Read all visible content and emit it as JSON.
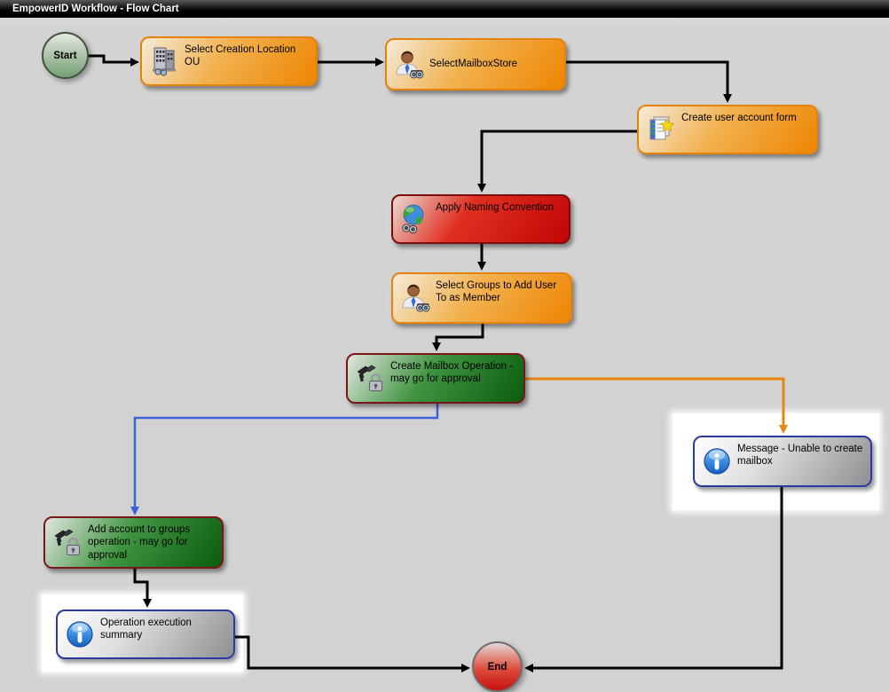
{
  "window": {
    "title": "EmpowerID Workflow - Flow Chart"
  },
  "diagram": {
    "start_label": "Start",
    "end_label": "End",
    "nodes": [
      {
        "label": "Select Creation Location OU",
        "icon": "building-search-icon",
        "style": "orange"
      },
      {
        "label": "SelectMailboxStore",
        "icon": "person-search-icon",
        "style": "orange"
      },
      {
        "label": "Create user account form",
        "icon": "form-star-icon",
        "style": "orange"
      },
      {
        "label": "Apply Naming Convention",
        "icon": "globe-search-icon",
        "style": "red"
      },
      {
        "label": "Select Groups to Add User To as Member",
        "icon": "person-search-icon",
        "style": "orange"
      },
      {
        "label": "Create Mailbox Operation - may go for approval",
        "icon": "keys-lock-icon",
        "style": "green"
      },
      {
        "label": "Message  - Unable to create mailbox",
        "icon": "info-icon",
        "style": "gray"
      },
      {
        "label": "Add account to groups operation - may go for approval",
        "icon": "keys-lock-icon",
        "style": "green"
      },
      {
        "label": "Operation execution summary",
        "icon": "info-icon",
        "style": "gray"
      }
    ],
    "connector_colors": {
      "black": "#000000",
      "blue": "#3f5fd7",
      "orange": "#e8860f"
    },
    "node_colors": {
      "orange": "#ee8502",
      "red": "#c10505",
      "green": "#0b5c0e",
      "gray_border": "#2a3a9e",
      "start_green": "#74a072",
      "end_red": "#c61111"
    }
  }
}
